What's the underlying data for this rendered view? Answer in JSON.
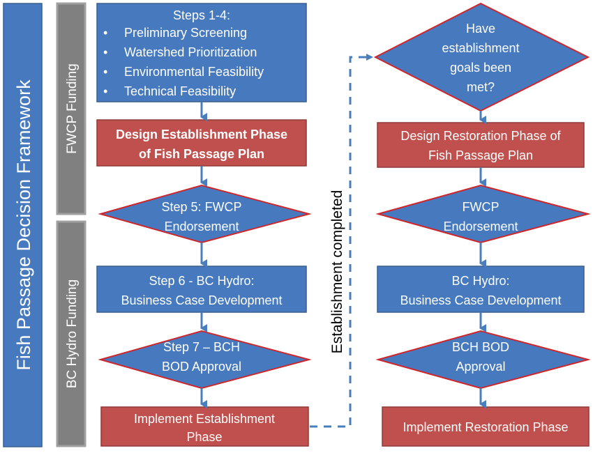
{
  "framework_label": "Fish Passage Decision Framework",
  "funding": {
    "fwcp": "FWCP Funding",
    "bc_hydro": "BC Hydro Funding"
  },
  "connector_label": "Establishment completed",
  "left_column": {
    "steps_1_4": {
      "title": "Steps 1-4:",
      "bullets": [
        "Preliminary Screening",
        "Watershed Prioritization",
        "Environmental Feasibility",
        "Technical Feasibility"
      ]
    },
    "design_establishment": [
      "Design Establishment Phase",
      "of Fish Passage Plan"
    ],
    "step5": [
      "Step 5: FWCP",
      "Endorsement"
    ],
    "step6": [
      "Step 6 - BC Hydro:",
      "Business Case Development"
    ],
    "step7": [
      "Step 7 – BCH",
      "BOD Approval"
    ],
    "implement_establishment": [
      "Implement Establishment",
      "Phase"
    ]
  },
  "right_column": {
    "goals_decision": [
      "Have",
      "establishment",
      "goals been",
      "met?"
    ],
    "design_restoration": [
      "Design Restoration Phase of",
      "Fish Passage Plan"
    ],
    "fwcp_endorsement": [
      "FWCP",
      "Endorsement"
    ],
    "business_case": [
      "BC Hydro:",
      "Business Case Development"
    ],
    "bod_approval": [
      "BCH BOD",
      "Approval"
    ],
    "implement_restoration": [
      "Implement Restoration Phase"
    ]
  },
  "colors": {
    "blue_fill": "#4679bd",
    "blue_stroke": "#3a5f8f",
    "red_fill": "#c0504d",
    "red_stroke": "#8f3a37",
    "diamond_stroke": "#d0262b",
    "gray_fill": "#808080",
    "arrow": "#4a7ebb"
  }
}
